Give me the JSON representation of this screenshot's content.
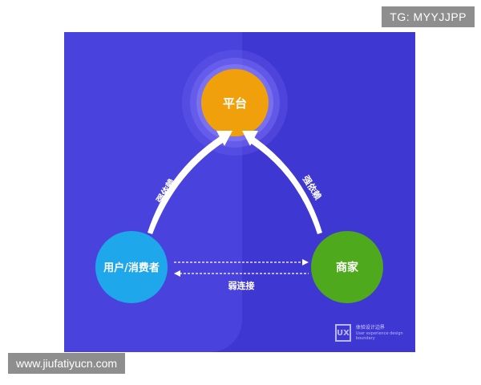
{
  "tag_text": "TG: MYYJJPP",
  "url_text": "www.jiufatiyucn.com",
  "nodes": {
    "platform": "平台",
    "users": "用户/消费者",
    "merchant": "商家"
  },
  "edges": {
    "left_label": "强依赖",
    "right_label": "强依赖",
    "bottom_label": "弱连接"
  },
  "brand": {
    "mark": "UX",
    "name": "体验设计边界",
    "sub": "User experience design boundary"
  },
  "colors": {
    "panel": "#3f37d2",
    "platform": "#f0a00a",
    "users": "#1ea7ea",
    "merchant": "#4fa91c"
  }
}
